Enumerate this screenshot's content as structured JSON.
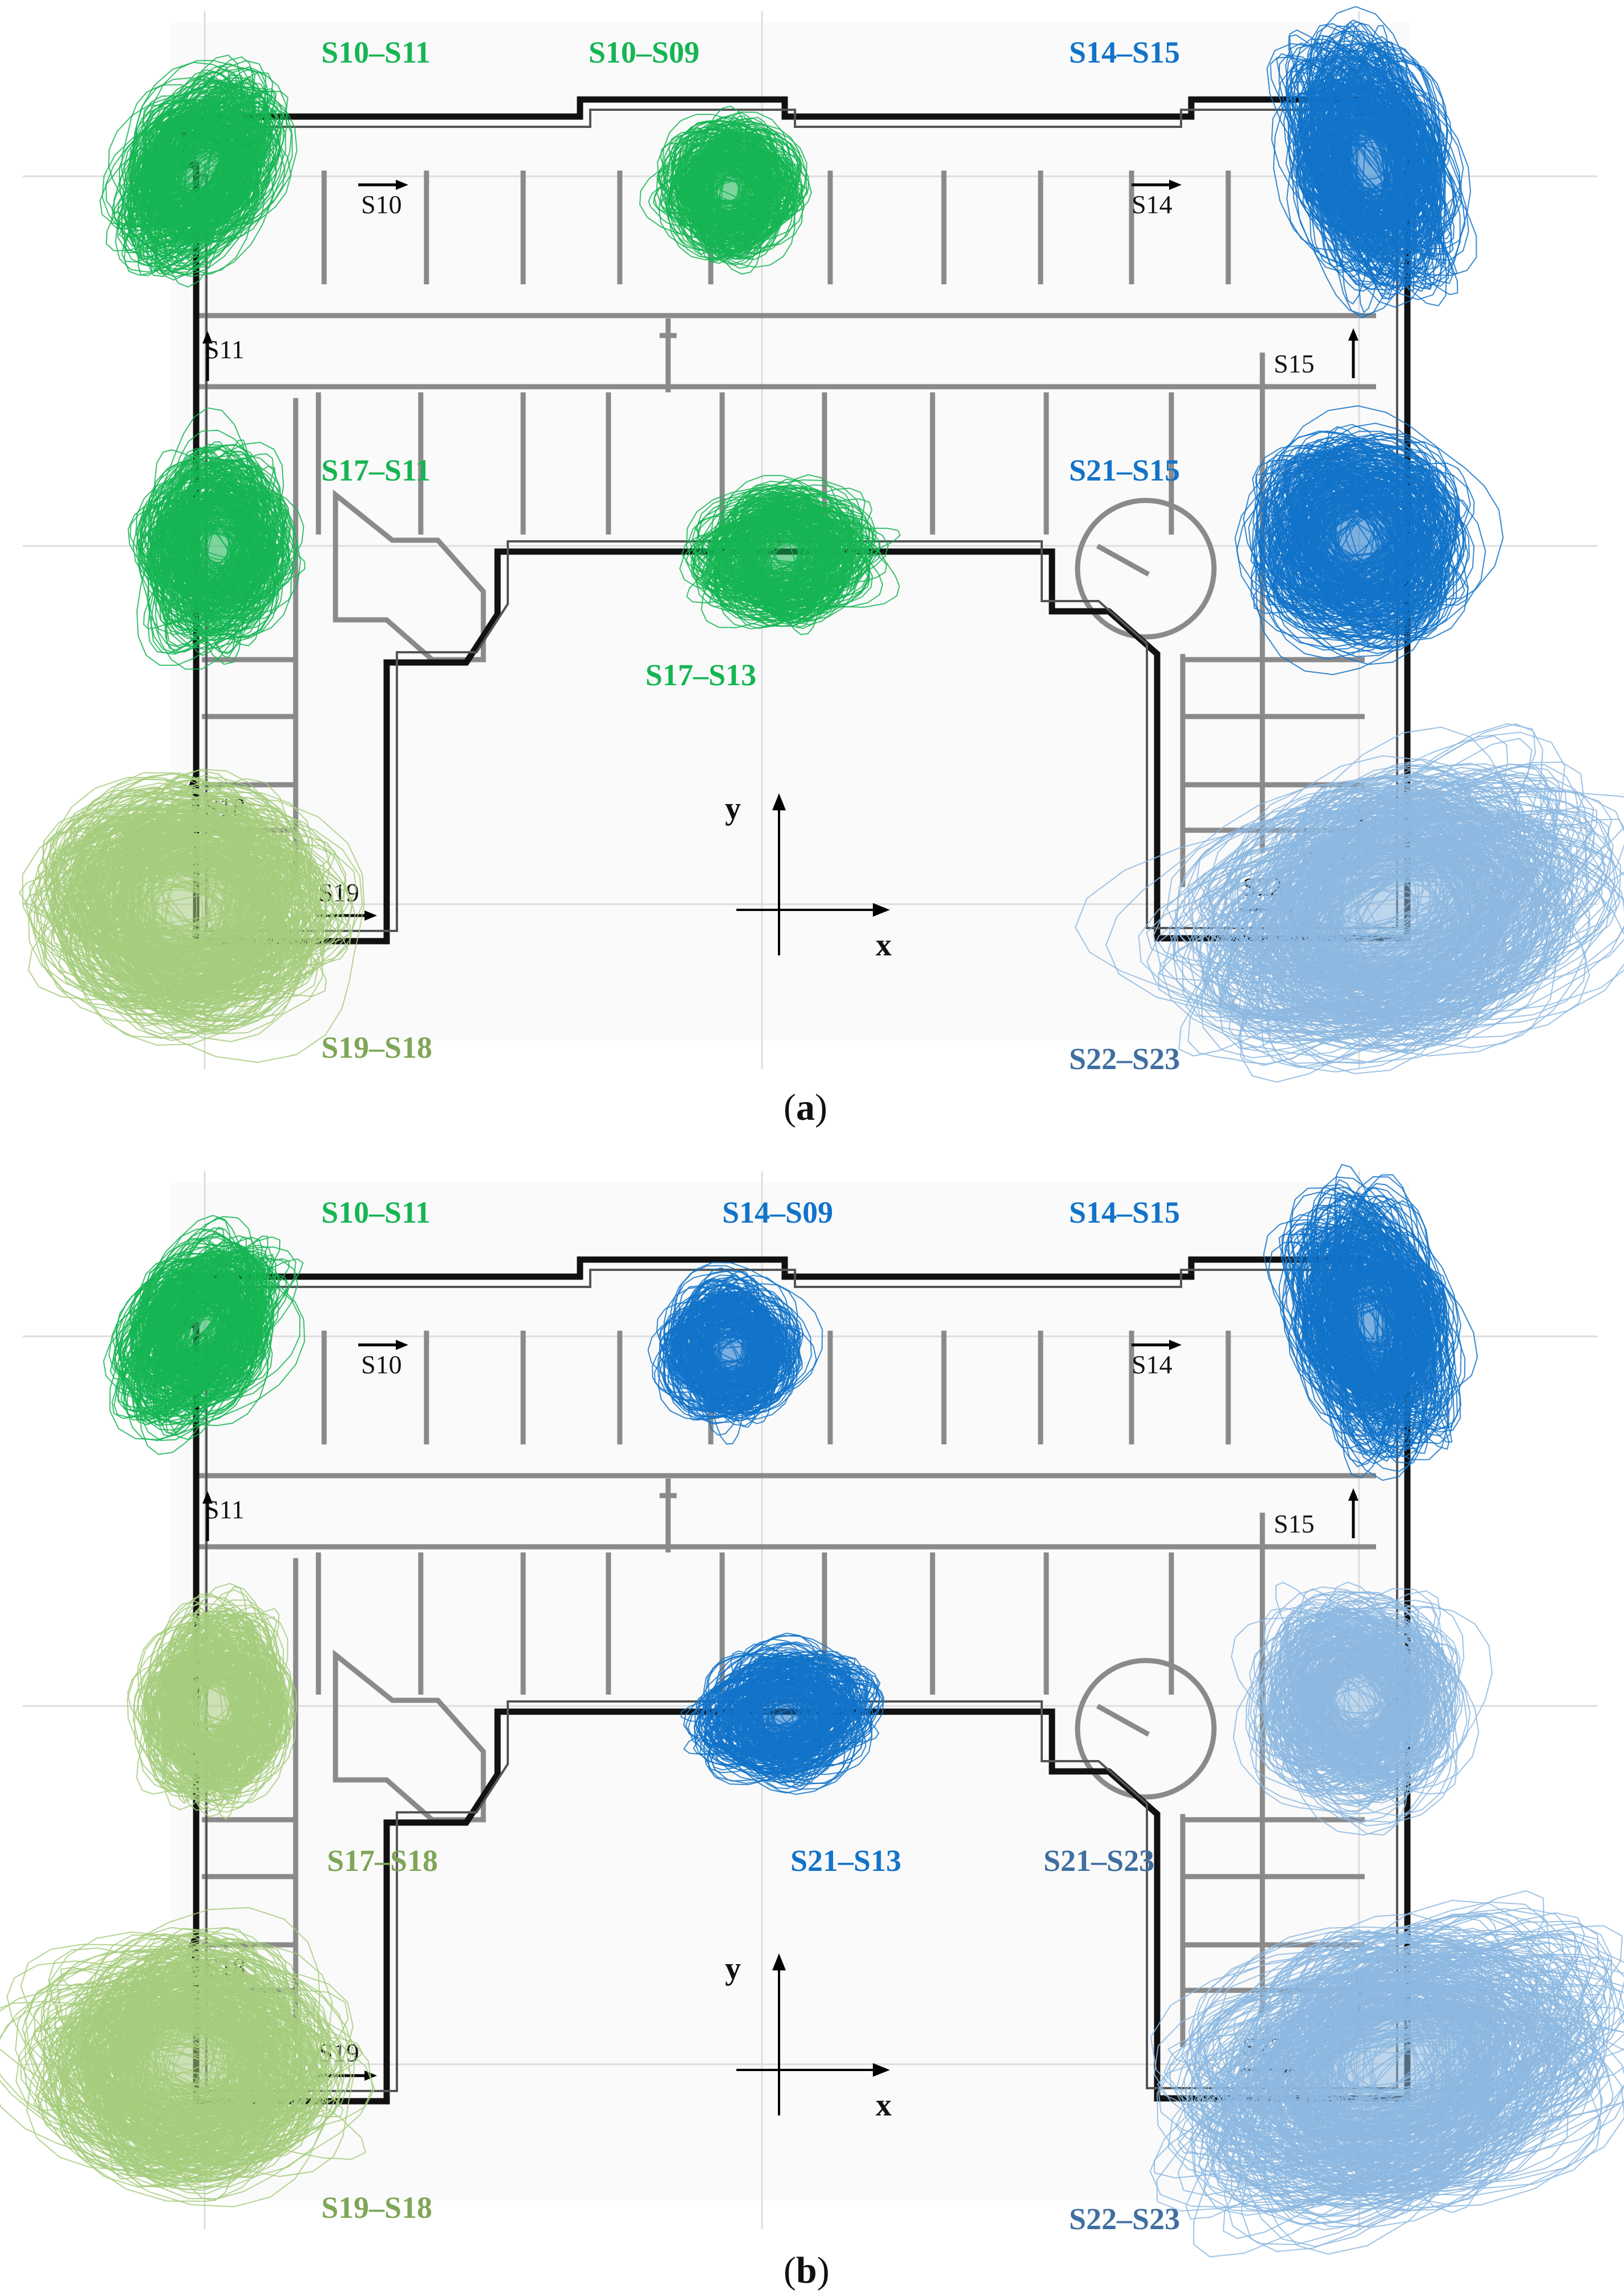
{
  "colors": {
    "dark_green": "#16b553",
    "light_green": "#a6cc7e",
    "dark_blue": "#1273c9",
    "light_blue": "#8db8e0",
    "wall": "#111111",
    "interior": "#8a8a8a",
    "grid": "#dddddd"
  },
  "sensors": [
    "S10",
    "S11",
    "S14",
    "S15",
    "S18",
    "S19",
    "S22",
    "S23"
  ],
  "axes": {
    "x": "x",
    "y": "y"
  },
  "panels": [
    {
      "id": "a",
      "caption_open": "(",
      "caption_letter": "a",
      "caption_close": ")",
      "labels": {
        "top_left": "S10–S11",
        "top_mid": "S10–S09",
        "top_right": "S14–S15",
        "mid_left": "S17–S11",
        "mid_center": "S17–S13",
        "mid_right": "S21–S15",
        "bottom_left": "S19–S18",
        "bottom_right": "S22–S23"
      },
      "orbit_colors": {
        "top_left": "dark_green",
        "top_mid": "dark_green",
        "top_right": "dark_blue",
        "mid_left": "dark_green",
        "mid_center": "dark_green",
        "mid_right": "dark_blue",
        "bottom_left": "light_green",
        "bottom_right": "light_blue"
      }
    },
    {
      "id": "b",
      "caption_open": "(",
      "caption_letter": "b",
      "caption_close": ")",
      "labels": {
        "top_left": "S10–S11",
        "top_mid": "S14–S09",
        "top_right": "S14–S15",
        "mid_left": "S17–S18",
        "mid_center": "S21–S13",
        "mid_right": "S21–S23",
        "bottom_left": "S19–S18",
        "bottom_right": "S22–S23"
      },
      "orbit_colors": {
        "top_left": "dark_green",
        "top_mid": "dark_blue",
        "top_right": "dark_blue",
        "mid_left": "light_green",
        "mid_center": "dark_blue",
        "mid_right": "light_blue",
        "bottom_left": "light_green",
        "bottom_right": "light_blue"
      }
    }
  ]
}
